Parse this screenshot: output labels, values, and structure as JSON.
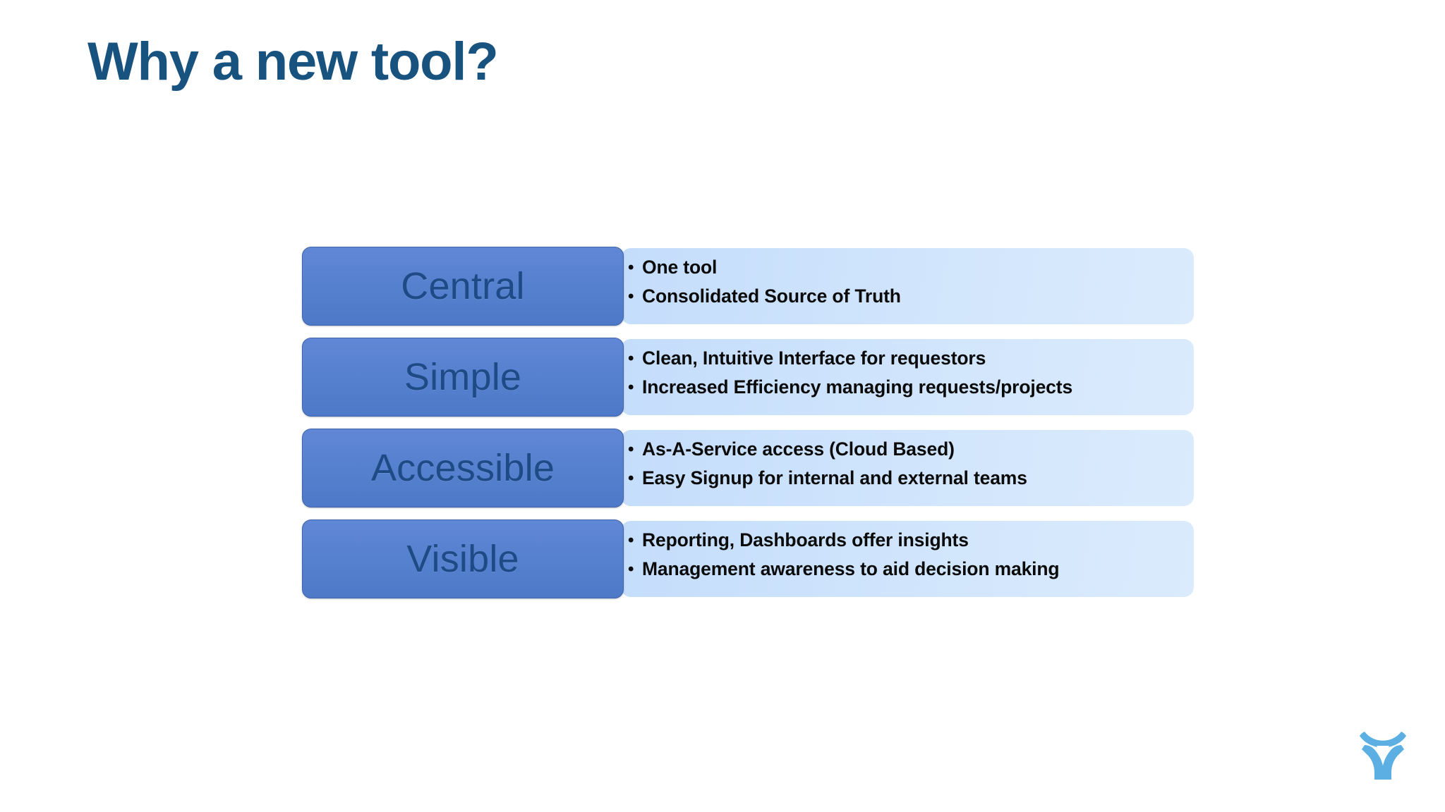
{
  "slide": {
    "title": "Why a new tool?",
    "background_color": "#ffffff",
    "title_color": "#18527f",
    "label_box_color": "#5681cf",
    "label_text_color": "#1e4a86",
    "panel_color": "#c9e1fc",
    "bullet_text_color": "#0b0b0b",
    "logo_color": "#5bafe3"
  },
  "pillars": [
    {
      "label": "Central",
      "bullets": [
        "One tool",
        "Consolidated Source of Truth"
      ]
    },
    {
      "label": "Simple",
      "bullets": [
        "Clean, Intuitive Interface for requestors",
        "Increased Efficiency managing requests/projects"
      ]
    },
    {
      "label": "Accessible",
      "bullets": [
        "As-A-Service access (Cloud Based)",
        "Easy Signup for internal and external teams"
      ]
    },
    {
      "label": "Visible",
      "bullets": [
        "Reporting, Dashboards offer insights",
        "Management awareness to aid decision making"
      ]
    }
  ],
  "bullet_glyph": "•",
  "logo": {
    "name": "company-logo",
    "alt": "stylized figure with arc logo"
  }
}
